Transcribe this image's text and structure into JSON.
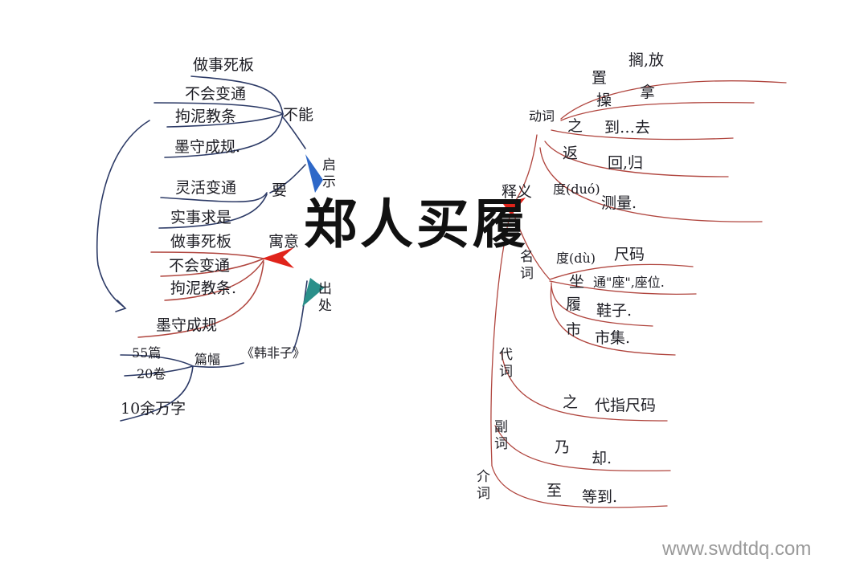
{
  "title": "郑人买履",
  "colors": {
    "ink": "#1d1d24",
    "branch_navy": "#2c3a66",
    "branch_red": "#b0453e",
    "flag_red": "#e0241b",
    "flag_blue": "#2e68c8",
    "flag_teal": "#2a8f8a",
    "watermark": "#9a9a9a"
  },
  "left": {
    "buneng": {
      "label": "不能",
      "items": [
        "做事死板",
        "不会变通",
        "拘泥教条",
        "墨守成规."
      ]
    },
    "yao": {
      "label": "要",
      "items": [
        "灵活变通",
        "实事求是"
      ]
    },
    "qishi": "启示",
    "yuyi": {
      "label": "寓意",
      "items": [
        "做事死板",
        "不会变通",
        "拘泥教条.",
        "墨守成规"
      ]
    },
    "chuchu": {
      "label": "出处",
      "source": "《韩非子》",
      "pianfu": "篇幅",
      "items": [
        "55篇",
        "20卷",
        "10余万字"
      ]
    }
  },
  "right": {
    "shiyi": "释义",
    "dongci": {
      "label": "动词",
      "items": [
        {
          "word": "置",
          "meaning": "搁,放"
        },
        {
          "word": "操",
          "meaning": "拿"
        },
        {
          "word": "之",
          "meaning": "到…去"
        },
        {
          "word": "返",
          "meaning": "回,归"
        },
        {
          "word": "度(duó)",
          "meaning": "测量."
        }
      ]
    },
    "mingci": {
      "label": "名词",
      "items": [
        {
          "word": "度(dù)",
          "meaning": "尺码"
        },
        {
          "word": "坐",
          "meaning": "通\"座\",座位."
        },
        {
          "word": "履",
          "meaning": "鞋子."
        },
        {
          "word": "市",
          "meaning": "市集."
        }
      ]
    },
    "daici": {
      "label": "代词",
      "word": "之",
      "meaning": "代指尺码"
    },
    "fuci": {
      "label": "副词",
      "word": "乃",
      "meaning": "却."
    },
    "jieci": {
      "label": "介词",
      "word": "至",
      "meaning": "等到."
    }
  },
  "watermark": "www.swdtdq.com"
}
